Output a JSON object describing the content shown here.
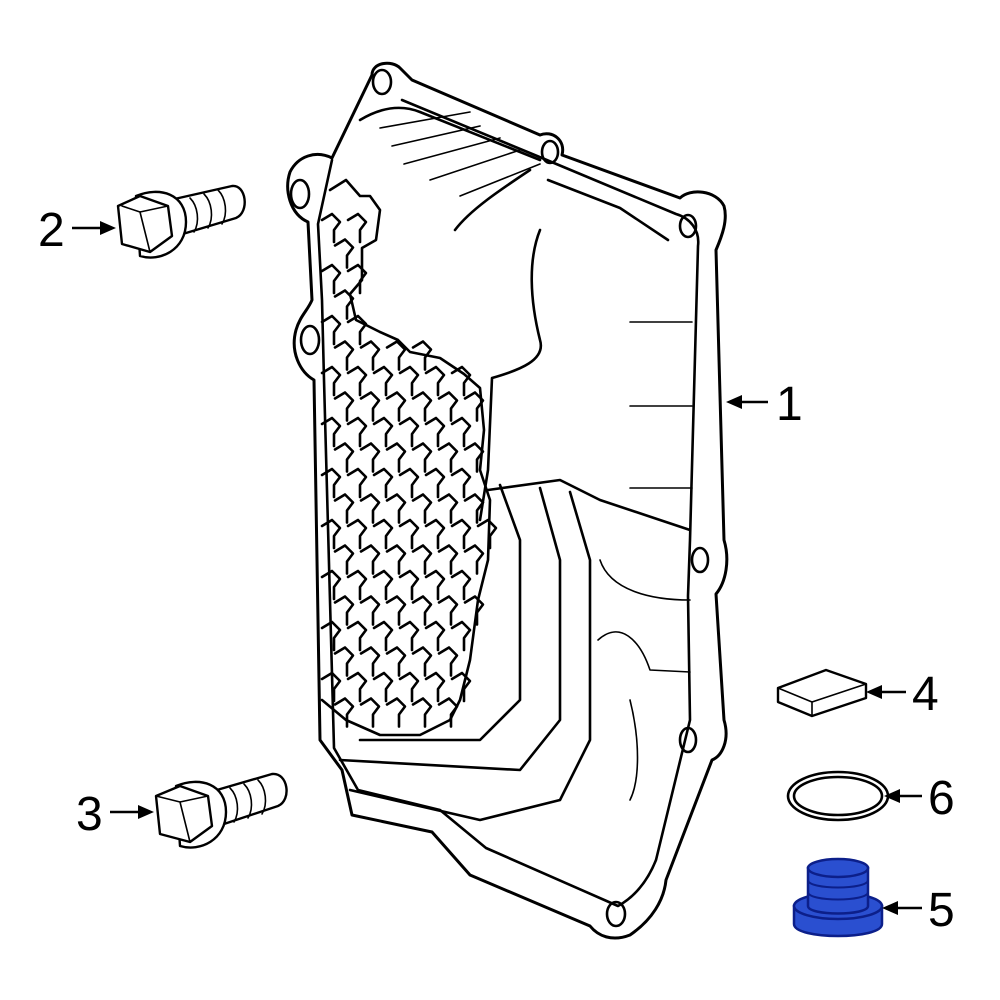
{
  "parts": [
    {
      "id": "pan",
      "callout": "1",
      "icon": "transmission-pan-icon"
    },
    {
      "id": "bolt-upper",
      "callout": "2",
      "icon": "pan-bolt-icon"
    },
    {
      "id": "bolt-lower",
      "callout": "3",
      "icon": "pan-bolt-icon"
    },
    {
      "id": "magnet",
      "callout": "4",
      "icon": "magnet-icon"
    },
    {
      "id": "drain-plug",
      "callout": "5",
      "icon": "drain-plug-icon",
      "highlight_color": "#2a4fd0",
      "highlight_dark": "#0c1f8a"
    },
    {
      "id": "gasket",
      "callout": "6",
      "icon": "gasket-ring-icon"
    }
  ],
  "colors": {
    "line": "#000000",
    "background": "#ffffff",
    "highlight": "#2a4fd0"
  }
}
